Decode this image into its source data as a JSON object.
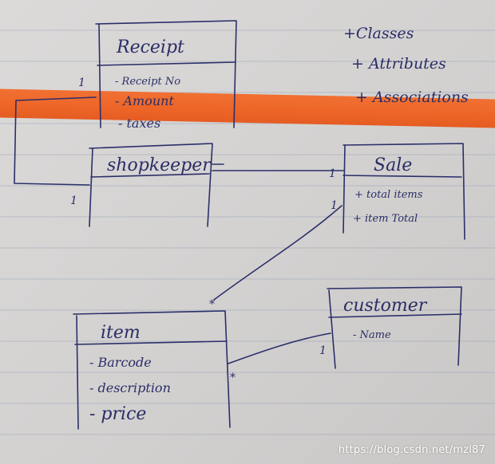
{
  "notes": [
    "+Classes",
    "+ Attributes",
    "+ Associations"
  ],
  "classes": {
    "receipt": {
      "name": "Receipt",
      "attributes": [
        "- Receipt No",
        "- Amount",
        "- taxes"
      ]
    },
    "shopkeeper": {
      "name": "shopkeeper",
      "attributes": []
    },
    "sale": {
      "name": "Sale",
      "attributes": [
        "+ total items",
        "+ item Total"
      ]
    },
    "customer": {
      "name": "customer",
      "attributes": [
        "- Name"
      ]
    },
    "item": {
      "name": "item",
      "attributes": [
        "- Barcode",
        "- description",
        "- price"
      ]
    }
  },
  "multiplicities": {
    "receipt_shopkeeper_receipt_end": "1",
    "receipt_shopkeeper_shopkeeper_end": "1",
    "shopkeeper_sale_sale_end": "1",
    "item_sale_sale_end": "1",
    "item_sale_item_end": "*",
    "item_customer_customer_end": "1",
    "item_customer_item_end": "*"
  },
  "watermark": "https://blog.csdn.net/mzl87",
  "colors": {
    "ink": "#2b2f6a",
    "highlight": "#f26b2a",
    "paper": "#d9d7d6"
  }
}
